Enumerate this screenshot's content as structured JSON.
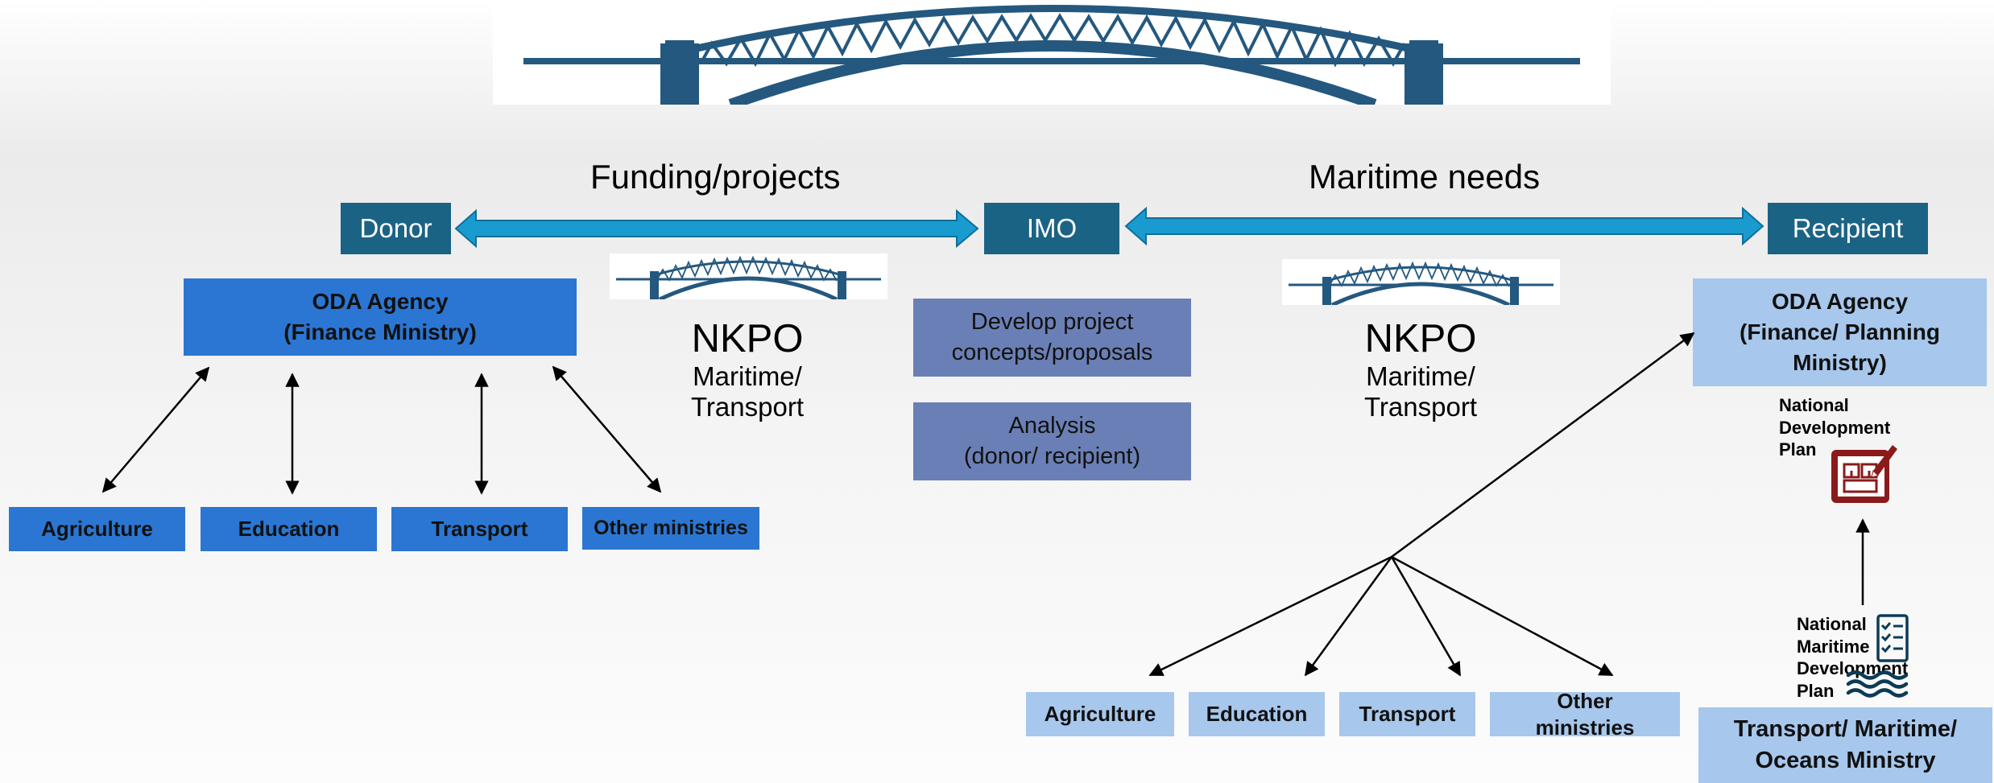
{
  "headers": {
    "left_label": "Funding/projects",
    "right_label": "Maritime needs"
  },
  "nodes": {
    "donor": "Donor",
    "imo": "IMO",
    "recipient": "Recipient"
  },
  "donor_side": {
    "agency_line1": "ODA Agency",
    "agency_line2": "(Finance Ministry)",
    "ministries": [
      "Agriculture",
      "Education",
      "Transport",
      "Other ministries"
    ]
  },
  "nkpo": {
    "title": "NKPO",
    "line1": "Maritime/",
    "line2": "Transport"
  },
  "imo_tasks": {
    "task1_line1": "Develop project",
    "task1_line2": "concepts/proposals",
    "task2_line1": "Analysis",
    "task2_line2": "(donor/ recipient)"
  },
  "recipient_side": {
    "agency_line1": "ODA Agency",
    "agency_line2": "(Finance/ Planning",
    "agency_line3": "Ministry)",
    "ndp_lines": [
      "National",
      "Development",
      "Plan"
    ],
    "nmdp_lines": [
      "National",
      "Maritime",
      "Development",
      "Plan"
    ],
    "ministry_line1": "Transport/ Maritime/",
    "ministry_line2": "Oceans Ministry",
    "ministries": [
      "Agriculture",
      "Education",
      "Transport"
    ],
    "other_line1": "Other",
    "other_line2": "ministries"
  },
  "colors": {
    "teal": "#1b6385",
    "blue": "#2b76d2",
    "light_blue": "#a7c7ec",
    "slate": "#6a7fb5",
    "arrow_cyan": "#1a9bd0",
    "bridge": "#24587f",
    "icon_red": "#8b1a1a",
    "icon_navy": "#0d3b55"
  },
  "icons": [
    "bridge-icon",
    "blueprint-plan-icon",
    "checklist-waves-icon"
  ]
}
